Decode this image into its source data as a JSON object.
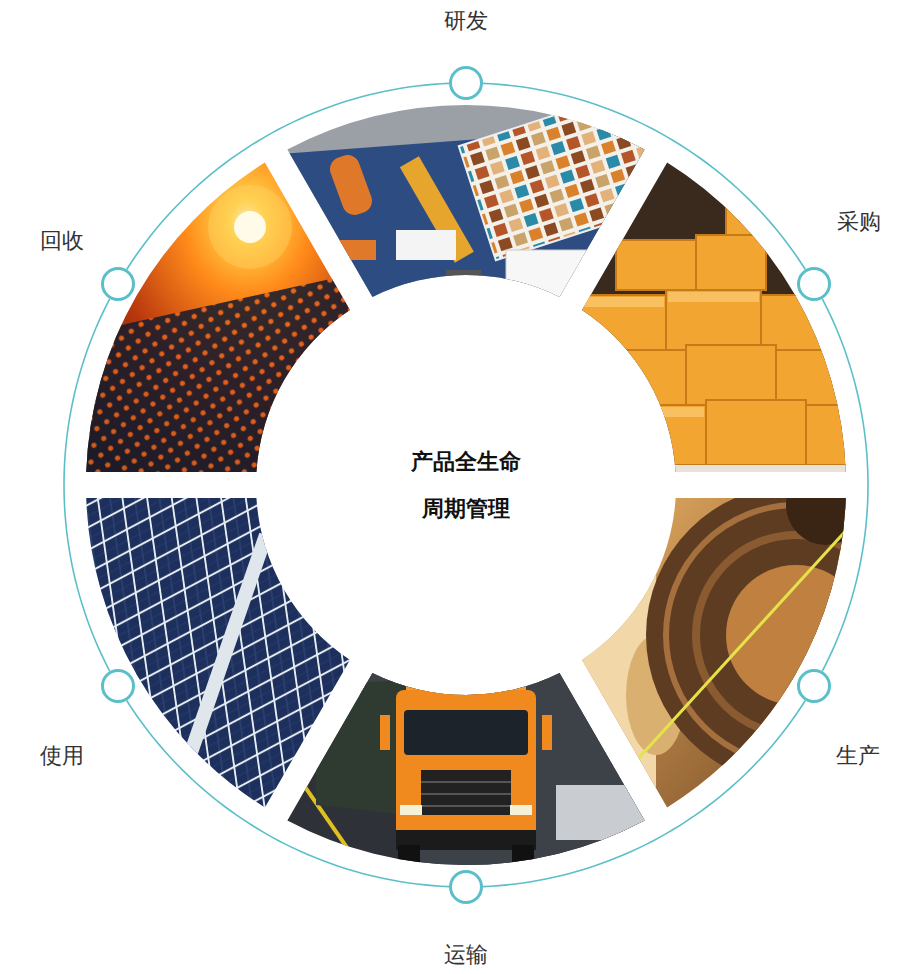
{
  "diagram": {
    "nodes": [
      {
        "text": [
          "产品全生命 周期管理"
        ]
      },
      {
        "text": [
          "研发"
        ]
      },
      {
        "text": [
          "采购"
        ]
      },
      {
        "text": [
          "生产"
        ]
      },
      {
        "text": [
          "运输"
        ]
      },
      {
        "text": [
          "使用"
        ]
      },
      {
        "text": [
          "回收"
        ]
      }
    ],
    "edges": [
      {
        "from": 1,
        "to": 2,
        "arrow": "none"
      },
      {
        "from": 2,
        "to": 3,
        "arrow": "none"
      },
      {
        "from": 3,
        "to": 4,
        "arrow": "none"
      },
      {
        "from": 4,
        "to": 5,
        "arrow": "none"
      },
      {
        "from": 5,
        "to": 6,
        "arrow": "none"
      },
      {
        "from": 6,
        "to": 1,
        "arrow": "none"
      }
    ]
  }
}
